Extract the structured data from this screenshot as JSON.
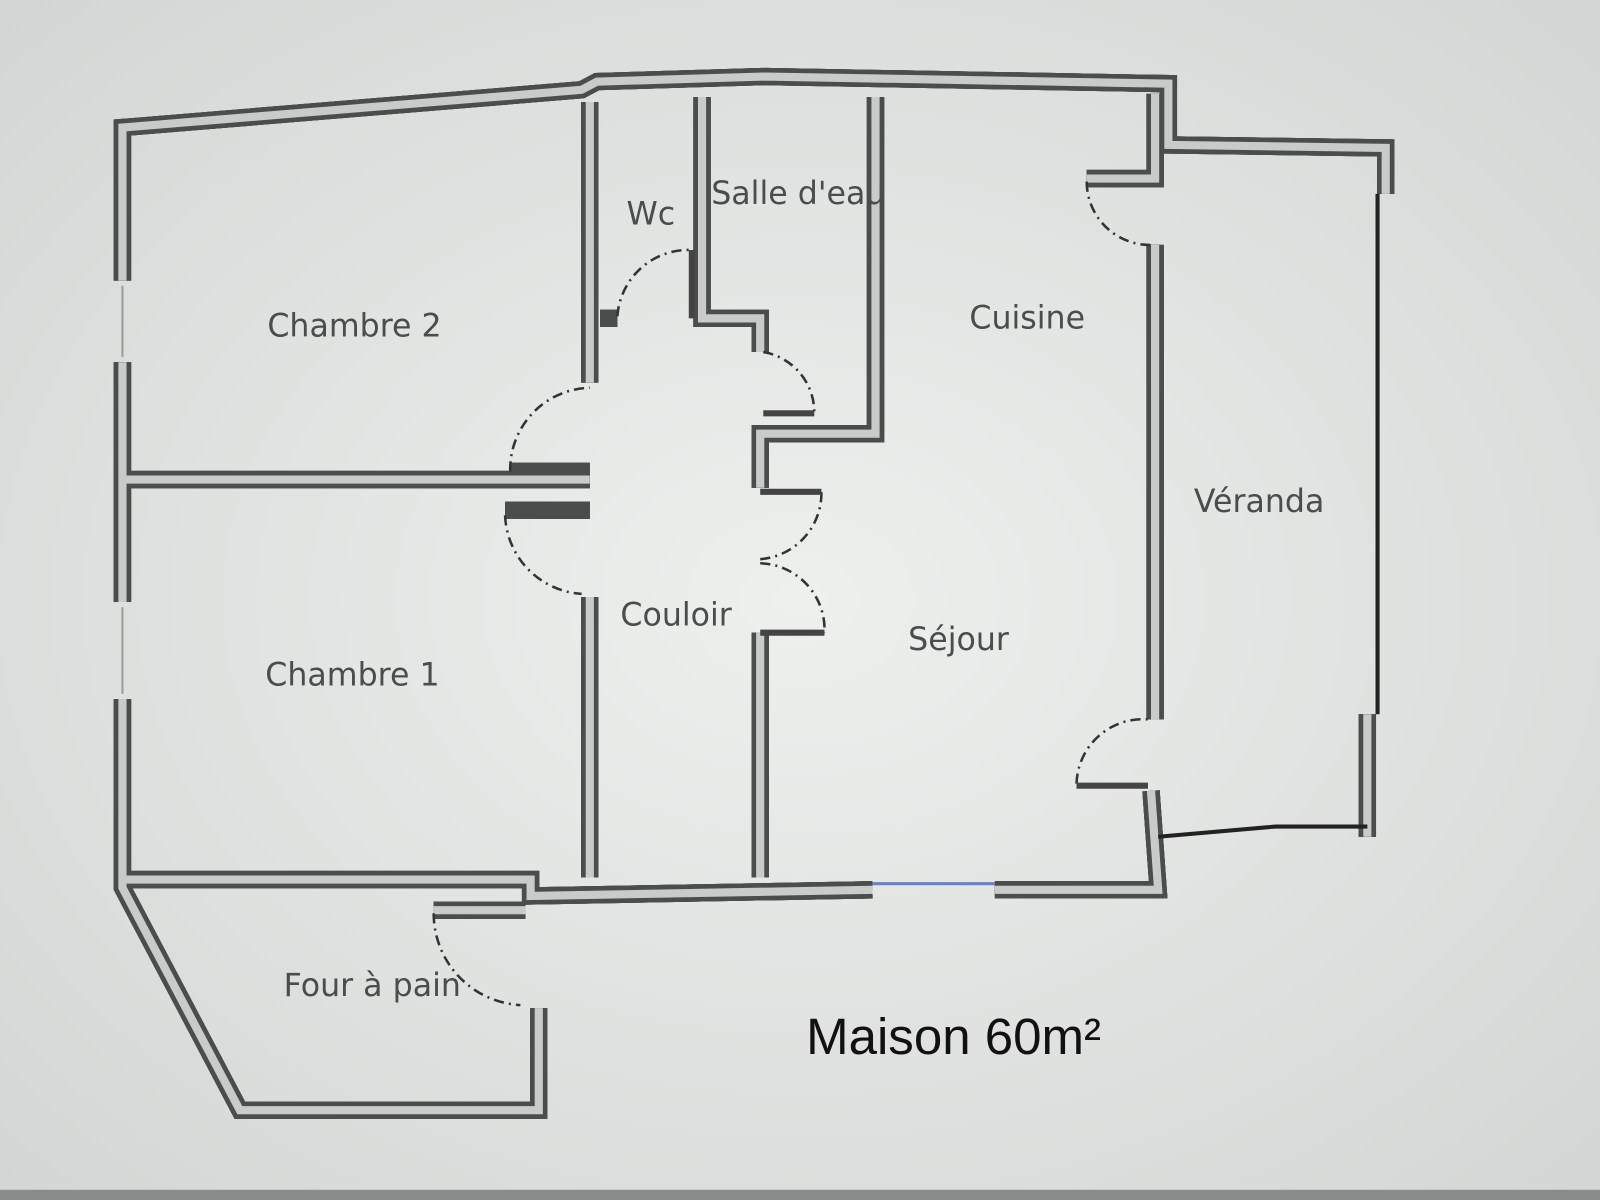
{
  "plan": {
    "title": "Maison 60m²",
    "rooms": {
      "chambre2": "Chambre 2",
      "chambre1": "Chambre 1",
      "wc": "Wc",
      "salle_deau": "Salle d'eau",
      "cuisine": "Cuisine",
      "veranda": "Véranda",
      "couloir": "Couloir",
      "sejour": "Séjour",
      "four_a_pain": "Four à pain"
    }
  },
  "colors": {
    "background": "#dfe2e0",
    "wall": "#4b4d4d",
    "wall_fill": "#bfc1c0",
    "text": "#4a4d4c"
  }
}
